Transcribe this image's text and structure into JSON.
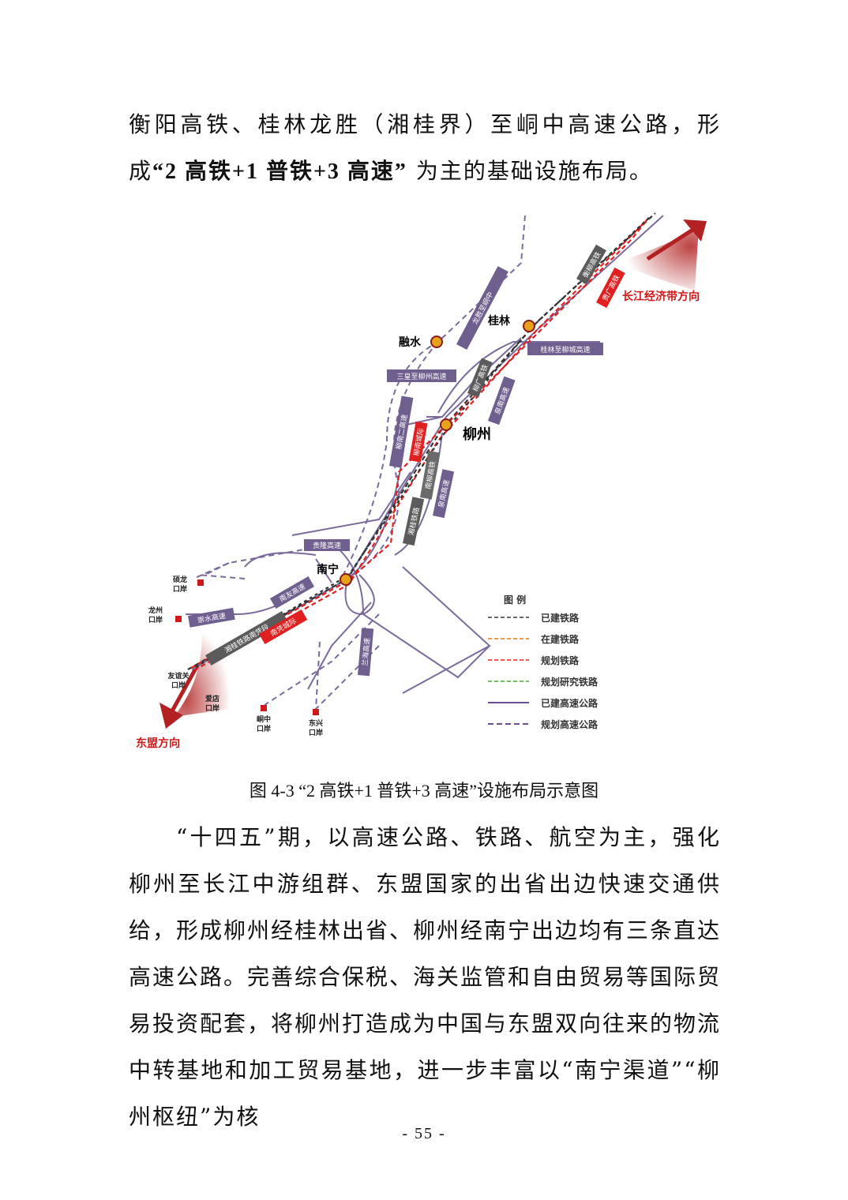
{
  "paragraph1": {
    "part1": "衡阳高铁、桂林龙胜（湘桂界）至峒中高速公路，形成",
    "bold": "“2 高铁+1 普铁+3 高速”",
    "part2": "为主的基础设施布局。"
  },
  "caption": "图 4-3 “2 高铁+1 普铁+3 高速”设施布局示意图",
  "paragraph2": "“十四五”期，以高速公路、铁路、航空为主，强化柳州至长江中游组群、东盟国家的出省出边快速交通供给，形成柳州经桂林出省、柳州经南宁出边均有三条直达高速公路。完善综合保税、海关监管和自由贸易等国际贸易投资配套，将柳州打造成为中国与东盟双向往来的物流中转基地和加工贸易基地，进一步丰富以“南宁渠道”“柳州枢纽”为核",
  "page_number": "- 55 -",
  "map": {
    "directions": {
      "north": "长江经济带方向",
      "south": "东盟方向"
    },
    "cities": {
      "guilin": "桂林",
      "rongshui": "融水",
      "liuzhou": "柳州",
      "nanning": "南宁"
    },
    "ports": {
      "shuolong": [
        "硕龙",
        "口岸"
      ],
      "longzhou": [
        "龙州",
        "口岸"
      ],
      "youyiguan": [
        "友谊关",
        "口岸"
      ],
      "aidian": [
        "爱店",
        "口岸"
      ],
      "dongzhong": [
        "峒中",
        "口岸"
      ],
      "dongxing": [
        "东兴",
        "口岸"
      ]
    },
    "route_labels": {
      "sanhuang": "三皇至柳州高速",
      "guilin_liucheng": "桂林至柳城高速",
      "guilong": "贵隆高速",
      "chongshui": "崇水高速",
      "nanyou": "南友高速",
      "xianggui": "湘桂铁路南凭段",
      "nanping": "南凭城际",
      "nanliu": "柳南二高速",
      "quannan_north": "泉南高速",
      "quannan_south": "泉南高速",
      "longdong": "龙胜至峒中",
      "hengliu": "衡柳高铁",
      "guiliu": "贵广高铁",
      "liuzhou_city": "柳南城际",
      "xianggui_rail": "湘桂铁路",
      "liuguang": "柳广高铁",
      "beiqin": "兰海高速",
      "nanliu_rail": "南柳高铁"
    },
    "legend": {
      "title": "图 例",
      "items": [
        {
          "label": "已建铁路",
          "color": "#333333",
          "style": "dash"
        },
        {
          "label": "在建铁路",
          "color": "#e07a1f",
          "style": "dash"
        },
        {
          "label": "规划铁路",
          "color": "#e02020",
          "style": "dash"
        },
        {
          "label": "规划研究铁路",
          "color": "#4fa83b",
          "style": "dash"
        },
        {
          "label": "已建高速公路",
          "color": "#6b4e91",
          "style": "solid"
        },
        {
          "label": "规划高速公路",
          "color": "#6b4e91",
          "style": "dashed-road"
        }
      ]
    },
    "colors": {
      "road": "#7b6a9c",
      "rail_red": "#e02020",
      "label_gray": "#6a6a6a",
      "label_purple": "#6e5f8e",
      "label_red": "#e02020",
      "arrow": "#b22222"
    }
  }
}
